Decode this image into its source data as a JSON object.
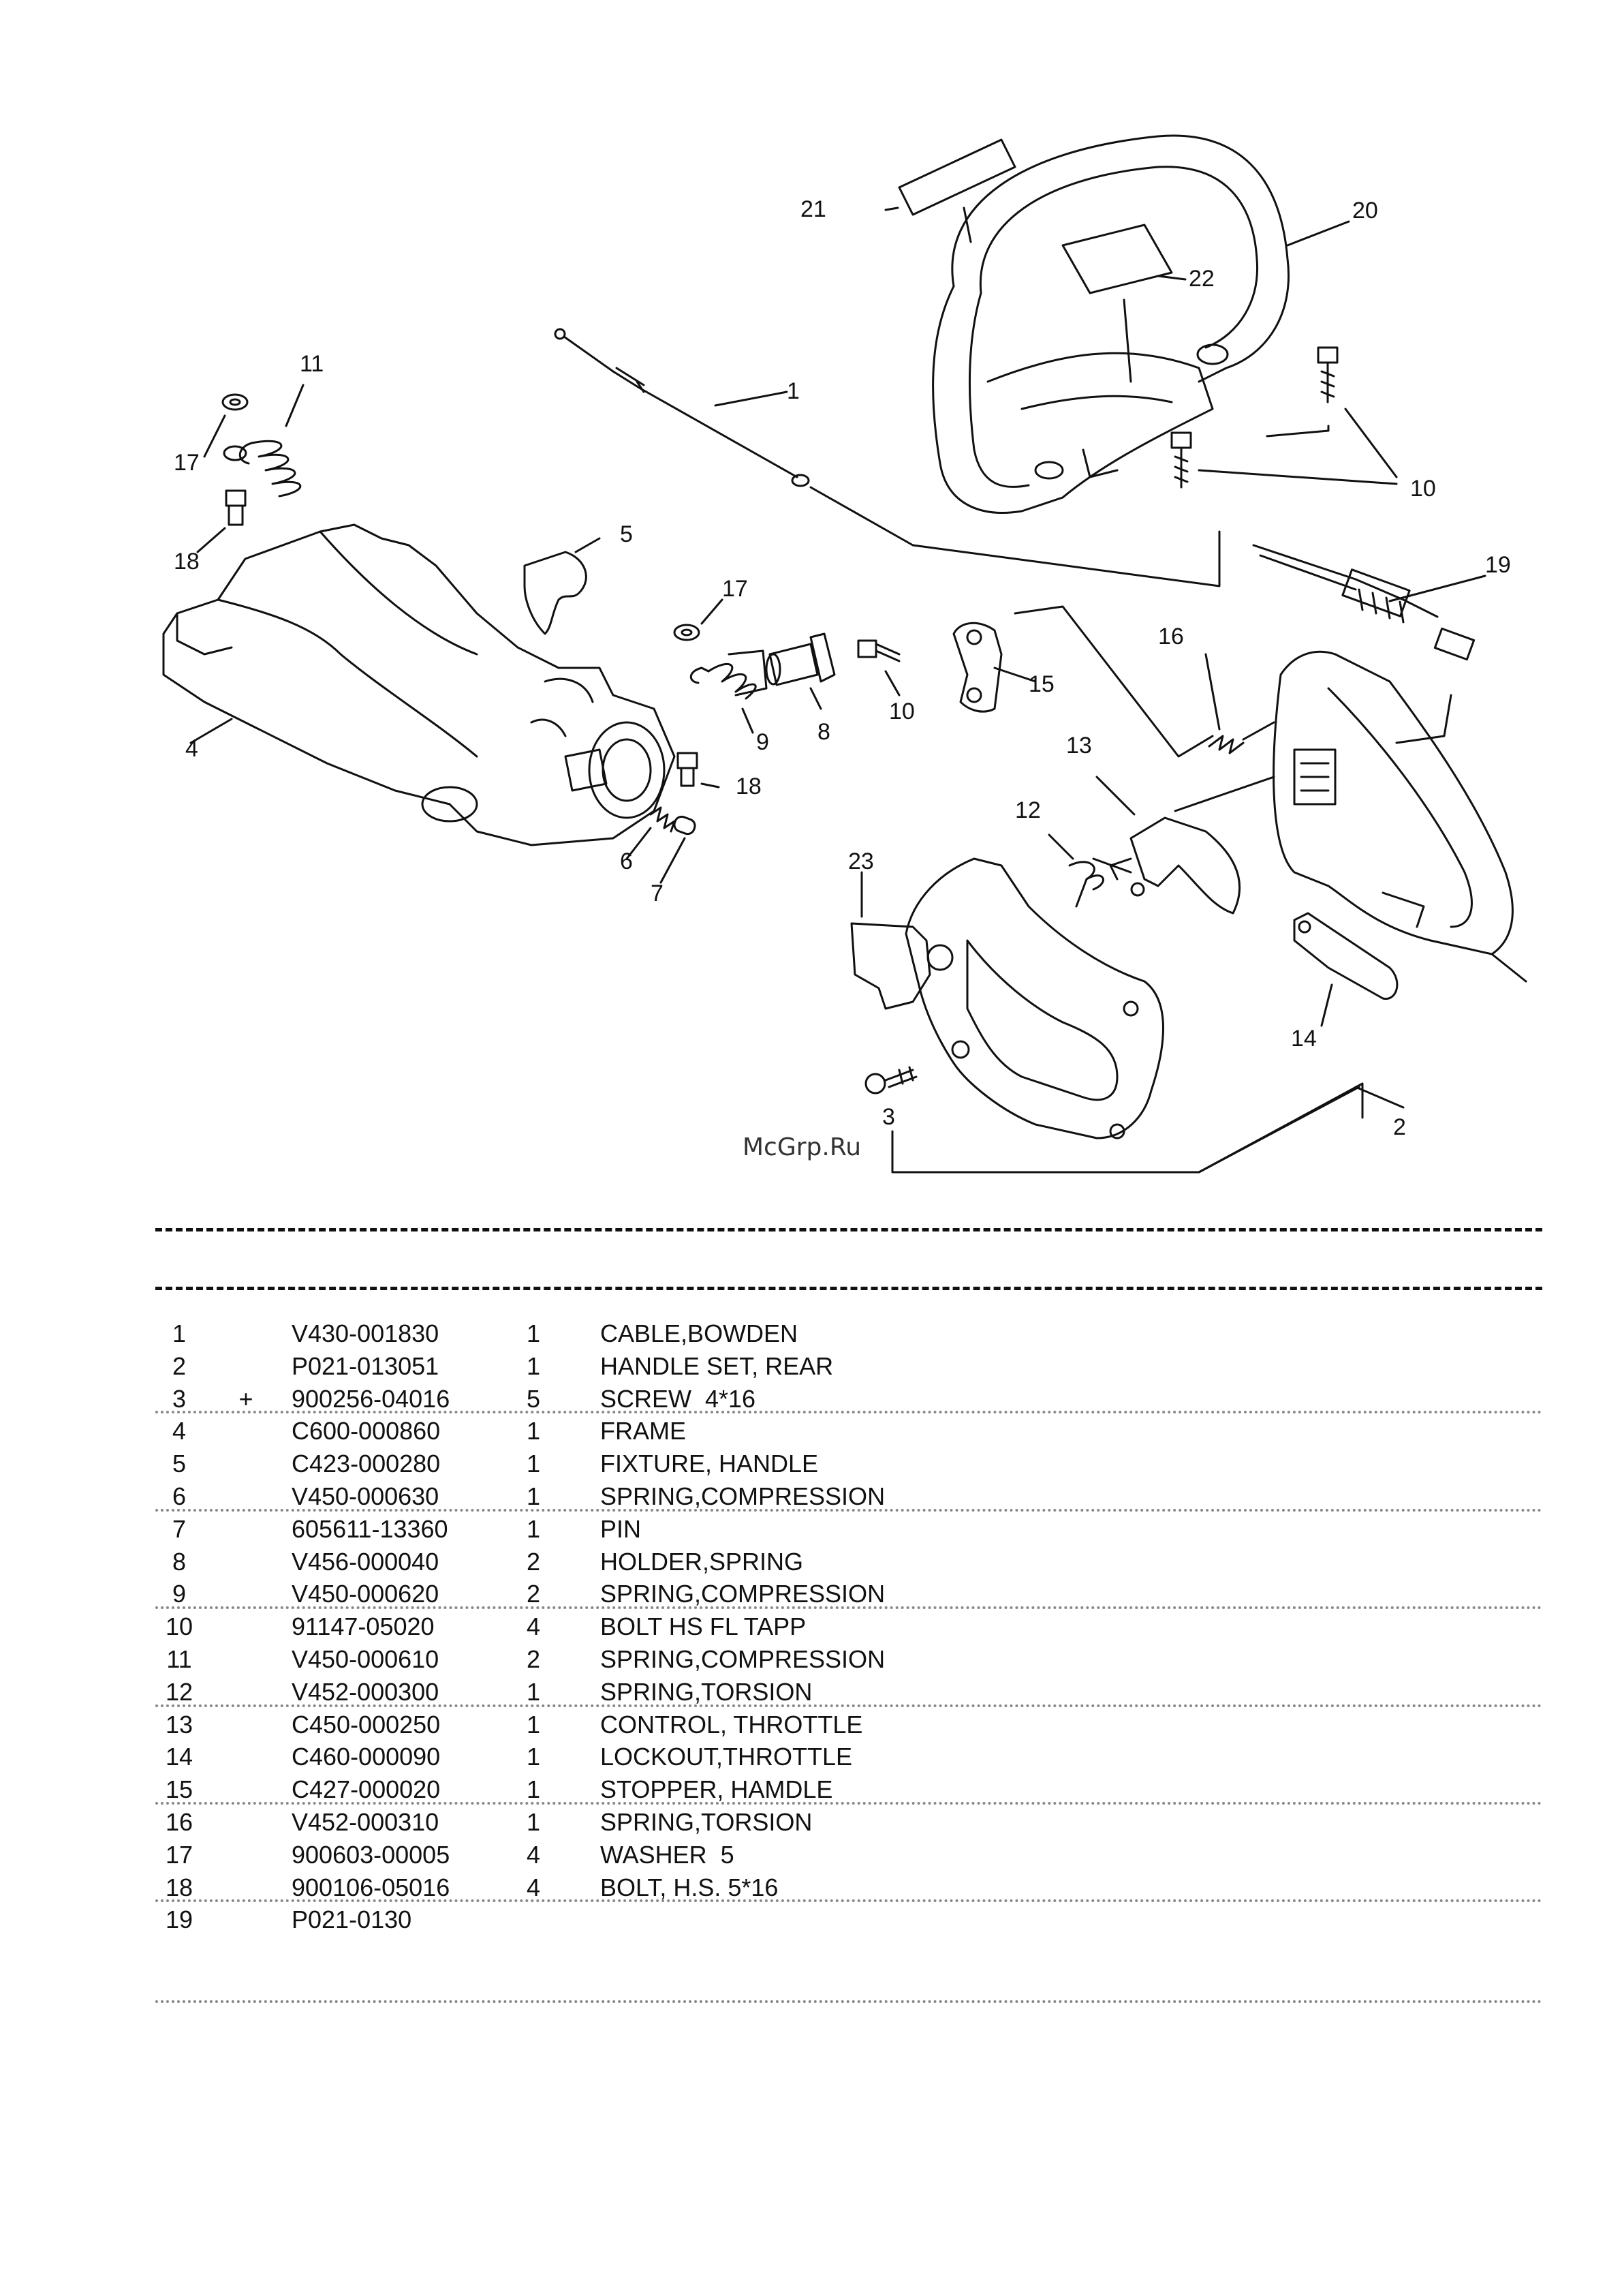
{
  "watermark": "McGrp.Ru",
  "callouts": {
    "c1": "1",
    "c2": "2",
    "c3": "3",
    "c4": "4",
    "c5": "5",
    "c6": "6",
    "c7": "7",
    "c8": "8",
    "c9": "9",
    "c10a": "10",
    "c10b": "10",
    "c11": "11",
    "c12": "12",
    "c13": "13",
    "c14": "14",
    "c15": "15",
    "c16": "16",
    "c17a": "17",
    "c17b": "17",
    "c18a": "18",
    "c18b": "18",
    "c19": "19",
    "c20": "20",
    "c21": "21",
    "c22": "22",
    "c23": "23"
  },
  "parts": [
    {
      "no": "1",
      "mark": "",
      "part": "V430-001830",
      "qty": "1",
      "desc": "CABLE,BOWDEN"
    },
    {
      "no": "2",
      "mark": "",
      "part": "P021-013051",
      "qty": "1",
      "desc": "HANDLE SET, REAR"
    },
    {
      "no": "3",
      "mark": "+",
      "part": "900256-04016",
      "qty": "5",
      "desc": "SCREW  4*16"
    },
    {
      "no": "4",
      "mark": "",
      "part": "C600-000860",
      "qty": "1",
      "desc": "FRAME"
    },
    {
      "no": "5",
      "mark": "",
      "part": "C423-000280",
      "qty": "1",
      "desc": "FIXTURE, HANDLE"
    },
    {
      "no": "6",
      "mark": "",
      "part": "V450-000630",
      "qty": "1",
      "desc": "SPRING,COMPRESSION"
    },
    {
      "no": "7",
      "mark": "",
      "part": "605611-13360",
      "qty": "1",
      "desc": "PIN"
    },
    {
      "no": "8",
      "mark": "",
      "part": "V456-000040",
      "qty": "2",
      "desc": "HOLDER,SPRING"
    },
    {
      "no": "9",
      "mark": "",
      "part": "V450-000620",
      "qty": "2",
      "desc": "SPRING,COMPRESSION"
    },
    {
      "no": "10",
      "mark": "",
      "part": "91147-05020",
      "qty": "4",
      "desc": "BOLT HS FL TAPP"
    },
    {
      "no": "11",
      "mark": "",
      "part": "V450-000610",
      "qty": "2",
      "desc": "SPRING,COMPRESSION"
    },
    {
      "no": "12",
      "mark": "",
      "part": "V452-000300",
      "qty": "1",
      "desc": "SPRING,TORSION"
    },
    {
      "no": "13",
      "mark": "",
      "part": "C450-000250",
      "qty": "1",
      "desc": "CONTROL, THROTTLE"
    },
    {
      "no": "14",
      "mark": "",
      "part": "C460-000090",
      "qty": "1",
      "desc": "LOCKOUT,THROTTLE"
    },
    {
      "no": "15",
      "mark": "",
      "part": "C427-000020",
      "qty": "1",
      "desc": "STOPPER, HAMDLE"
    },
    {
      "no": "16",
      "mark": "",
      "part": "V452-000310",
      "qty": "1",
      "desc": "SPRING,TORSION"
    },
    {
      "no": "17",
      "mark": "",
      "part": "900603-00005",
      "qty": "4",
      "desc": "WASHER  5"
    },
    {
      "no": "18",
      "mark": "",
      "part": "900106-05016",
      "qty": "4",
      "desc": "BOLT, H.S. 5*16"
    },
    {
      "no": "19",
      "mark": "",
      "part": "P021-0130",
      "qty": "",
      "desc": ""
    }
  ]
}
